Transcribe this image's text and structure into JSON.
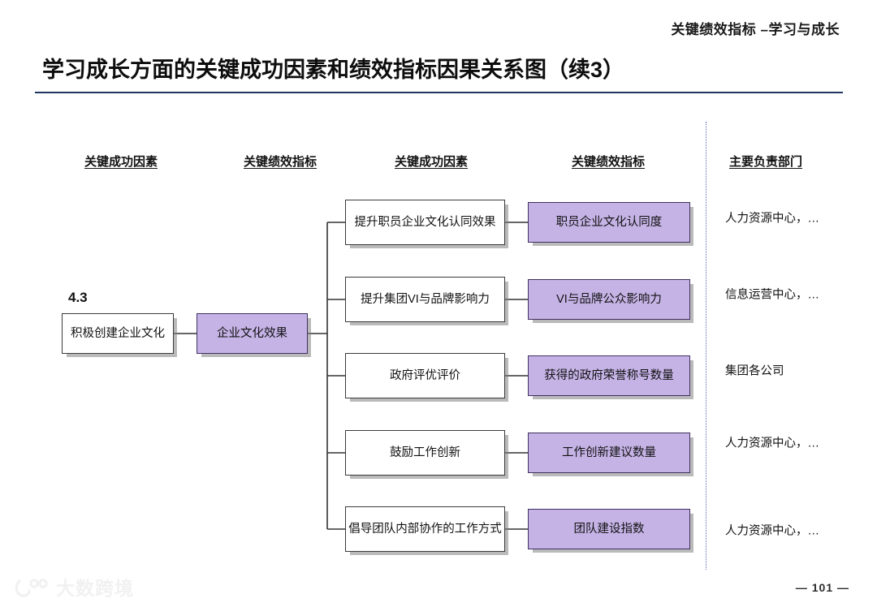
{
  "header": {
    "kicker": "关键绩效指标 –学习与成长",
    "title": "学习成长方面的关键成功因素和绩效指标因果关系图（续3）"
  },
  "columns": [
    {
      "label": "关键成功因素"
    },
    {
      "label": "关键绩效指标"
    },
    {
      "label": "关键成功因素"
    },
    {
      "label": "关键绩效指标"
    },
    {
      "label": "主要负责部门"
    }
  ],
  "root": {
    "number": "4.3",
    "csf": "积极创建企业文化",
    "kpi": "企业文化效果"
  },
  "rows": [
    {
      "csf": "提升职员企业文化认同效果",
      "kpi": "职员企业文化认同度",
      "dept": "人力资源中心，…"
    },
    {
      "csf": "提升集团VI与品牌影响力",
      "kpi": "VI与品牌公众影响力",
      "dept": "信息运营中心，…"
    },
    {
      "csf": "政府评优评价",
      "kpi": "获得的政府荣誉称号数量",
      "dept": "集团各公司"
    },
    {
      "csf": "鼓励工作创新",
      "kpi": "工作创新建议数量",
      "dept": "人力资源中心，…"
    },
    {
      "csf": "倡导团队内部协作的工作方式",
      "kpi": "团队建设指数",
      "dept": "人力资源中心，…"
    }
  ],
  "footer": {
    "page_number": "— 101 —",
    "watermark_text": "大数跨境"
  },
  "colors": {
    "accent_rule": "#1f3864",
    "kpi_fill": "#c5b3e6",
    "kpi_border": "#3f3060",
    "divider_dotted": "#5b6bb5"
  }
}
